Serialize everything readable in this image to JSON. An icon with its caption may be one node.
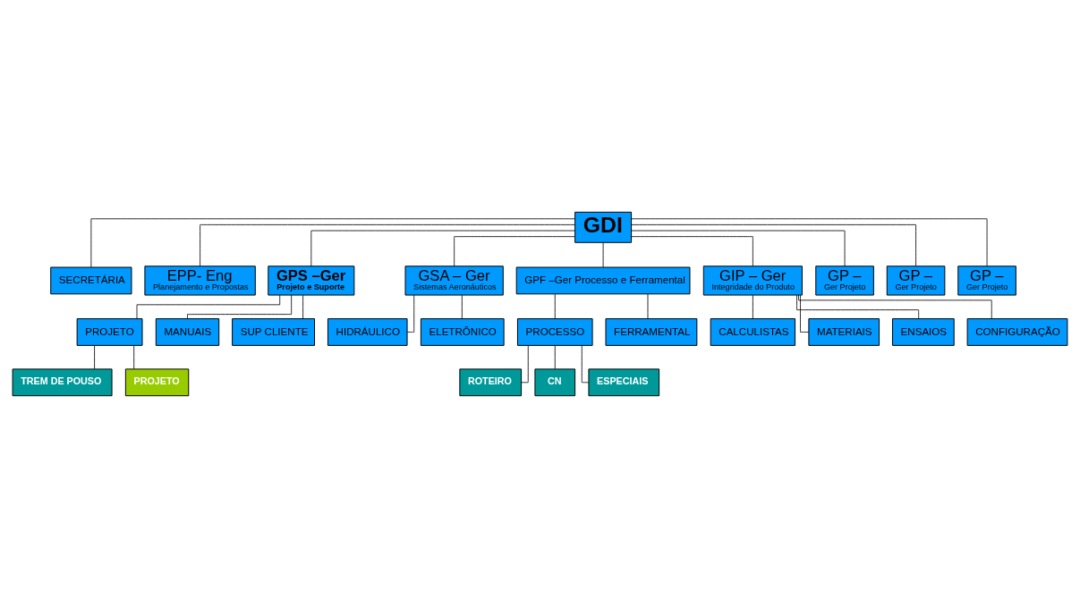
{
  "diagram": {
    "nodes": [
      {
        "text": [
          "GDI"
        ]
      },
      {
        "text": [
          "SECRETÁRIA"
        ]
      },
      {
        "text": [
          "EPP- Eng",
          "Planejamento e Propostas"
        ]
      },
      {
        "text": [
          "GPS –Ger",
          "Projeto e Suporte"
        ]
      },
      {
        "text": [
          "GSA – Ger",
          "Sistemas Aeronáuticos"
        ]
      },
      {
        "text": [
          "GPF –Ger Processo e Ferramental"
        ]
      },
      {
        "text": [
          "GIP – Ger",
          "Integridade do Produto"
        ]
      },
      {
        "text": [
          "GP –",
          "Ger Projeto"
        ]
      },
      {
        "text": [
          "GP –",
          "Ger Projeto"
        ]
      },
      {
        "text": [
          "GP –",
          "Ger Projeto"
        ]
      },
      {
        "text": [
          "PROJETO"
        ]
      },
      {
        "text": [
          "TREM DE POUSO"
        ]
      },
      {
        "text": [
          "PROJETO"
        ]
      },
      {
        "text": [
          "MANUAIS"
        ]
      },
      {
        "text": [
          "SUP CLIENTE"
        ]
      },
      {
        "text": [
          "HIDRÁULICO"
        ]
      },
      {
        "text": [
          "ELETRÔNICO"
        ]
      },
      {
        "text": [
          "PROCESSO"
        ]
      },
      {
        "text": [
          "ROTEIRO"
        ]
      },
      {
        "text": [
          "CN"
        ]
      },
      {
        "text": [
          "ESPECIAIS"
        ]
      },
      {
        "text": [
          "FERRAMENTAL"
        ]
      },
      {
        "text": [
          "CALCULISTAS"
        ]
      },
      {
        "text": [
          "MATERIAIS"
        ]
      },
      {
        "text": [
          "ENSAIOS"
        ]
      },
      {
        "text": [
          "CONFIGURAÇÃO"
        ]
      }
    ],
    "edges": [
      {
        "from": 0,
        "to": 1,
        "arrow": "none"
      },
      {
        "from": 0,
        "to": 2,
        "arrow": "none"
      },
      {
        "from": 0,
        "to": 3,
        "arrow": "none"
      },
      {
        "from": 0,
        "to": 4,
        "arrow": "none"
      },
      {
        "from": 0,
        "to": 5,
        "arrow": "none"
      },
      {
        "from": 0,
        "to": 6,
        "arrow": "none"
      },
      {
        "from": 0,
        "to": 7,
        "arrow": "none"
      },
      {
        "from": 0,
        "to": 8,
        "arrow": "none"
      },
      {
        "from": 0,
        "to": 9,
        "arrow": "none"
      },
      {
        "from": 3,
        "to": 10,
        "arrow": "none"
      },
      {
        "from": 10,
        "to": 11,
        "arrow": "none"
      },
      {
        "from": 10,
        "to": 12,
        "arrow": "none"
      },
      {
        "from": 3,
        "to": 13,
        "arrow": "none"
      },
      {
        "from": 3,
        "to": 14,
        "arrow": "none"
      },
      {
        "from": 4,
        "to": 15,
        "arrow": "none"
      },
      {
        "from": 4,
        "to": 16,
        "arrow": "none"
      },
      {
        "from": 5,
        "to": 17,
        "arrow": "none"
      },
      {
        "from": 17,
        "to": 18,
        "arrow": "none"
      },
      {
        "from": 17,
        "to": 19,
        "arrow": "none"
      },
      {
        "from": 17,
        "to": 20,
        "arrow": "none"
      },
      {
        "from": 5,
        "to": 21,
        "arrow": "none"
      },
      {
        "from": 6,
        "to": 22,
        "arrow": "none"
      },
      {
        "from": 6,
        "to": 23,
        "arrow": "none"
      },
      {
        "from": 6,
        "to": 24,
        "arrow": "none"
      },
      {
        "from": 6,
        "to": 25,
        "arrow": "none"
      }
    ]
  }
}
